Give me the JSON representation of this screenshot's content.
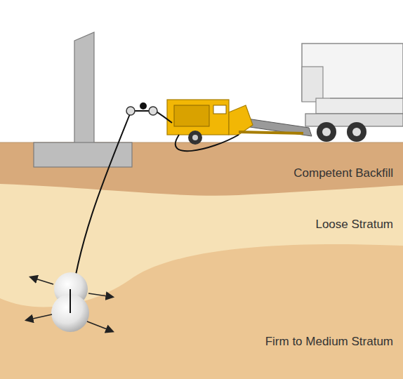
{
  "diagram": {
    "nodes": [
      {
        "text": [
          "Competent Backfill"
        ]
      },
      {
        "text": [
          "Loose Stratum"
        ]
      },
      {
        "text": [
          "Firm to Medium Stratum"
        ]
      }
    ]
  }
}
